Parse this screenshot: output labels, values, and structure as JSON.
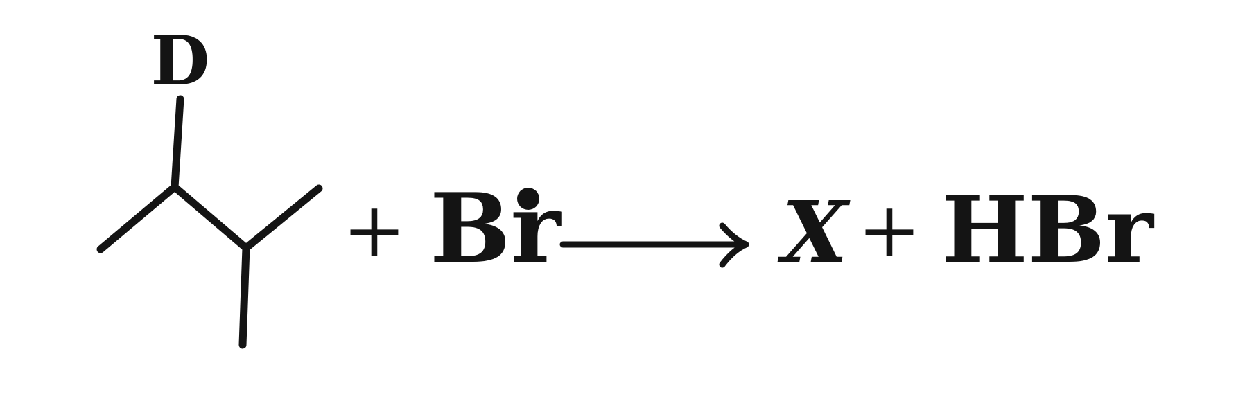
{
  "reaction": {
    "substituent_label": "D",
    "plus_1": "+",
    "reagent": "Br",
    "radical_dot": "•",
    "product": "X",
    "plus_2": "+",
    "byproduct": "HBr"
  },
  "colors": {
    "ink": "#141414",
    "background": "#ffffff"
  }
}
